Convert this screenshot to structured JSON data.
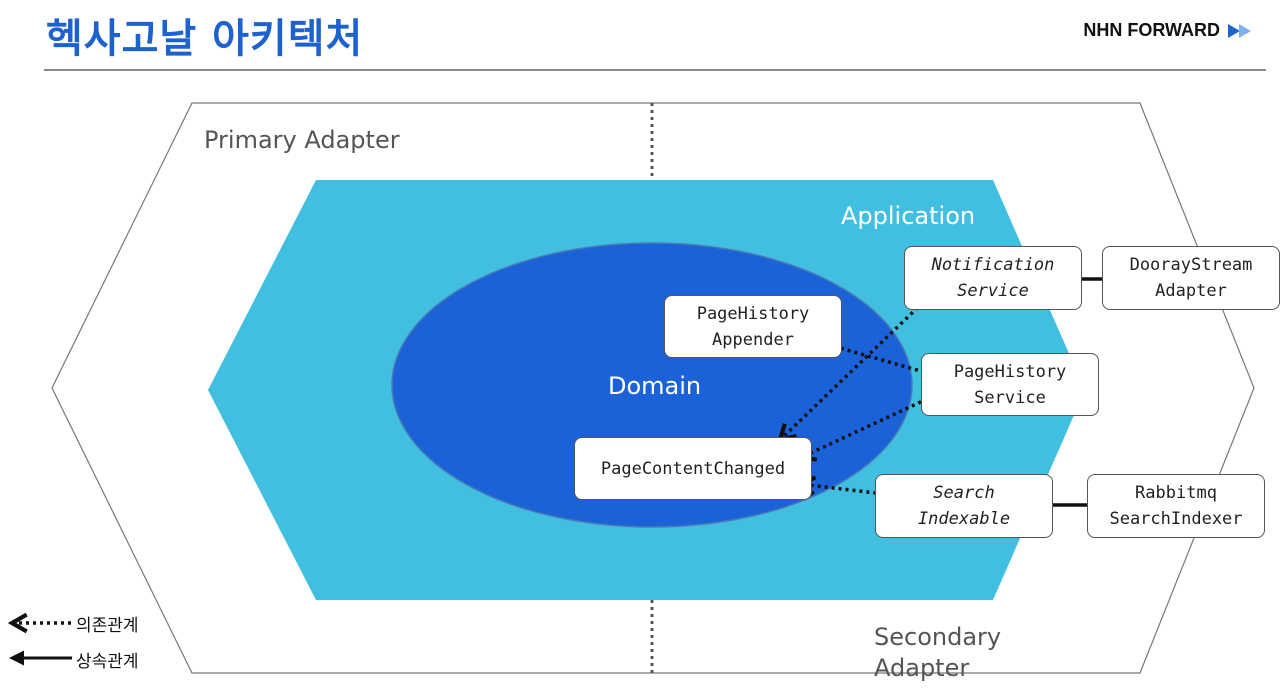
{
  "header": {
    "title": "헥사고날 아키텍처",
    "brand": "NHN FORWARD"
  },
  "diagram": {
    "layers": {
      "primary_adapter": "Primary Adapter",
      "application": "Application",
      "domain": "Domain",
      "secondary_adapter_line1": "Secondary",
      "secondary_adapter_line2": "Adapter"
    },
    "boxes": {
      "page_history_appender": [
        "PageHistory",
        "Appender"
      ],
      "page_content_changed": [
        "PageContentChanged"
      ],
      "notification_service": [
        "Notification",
        "Service"
      ],
      "page_history_service": [
        "PageHistory",
        "Service"
      ],
      "search_indexable": [
        "Search",
        "Indexable"
      ],
      "dooray_stream_adapter": [
        "DoorayStream",
        "Adapter"
      ],
      "rabbitmq_search_indexer": [
        "Rabbitmq",
        "SearchIndexer"
      ]
    },
    "colors": {
      "application_fill": "#40bfe0",
      "domain_fill": "#1b62d9",
      "title_color": "#1e62d0"
    }
  },
  "legend": {
    "dependency": "의존관계",
    "inheritance": "상속관계"
  }
}
